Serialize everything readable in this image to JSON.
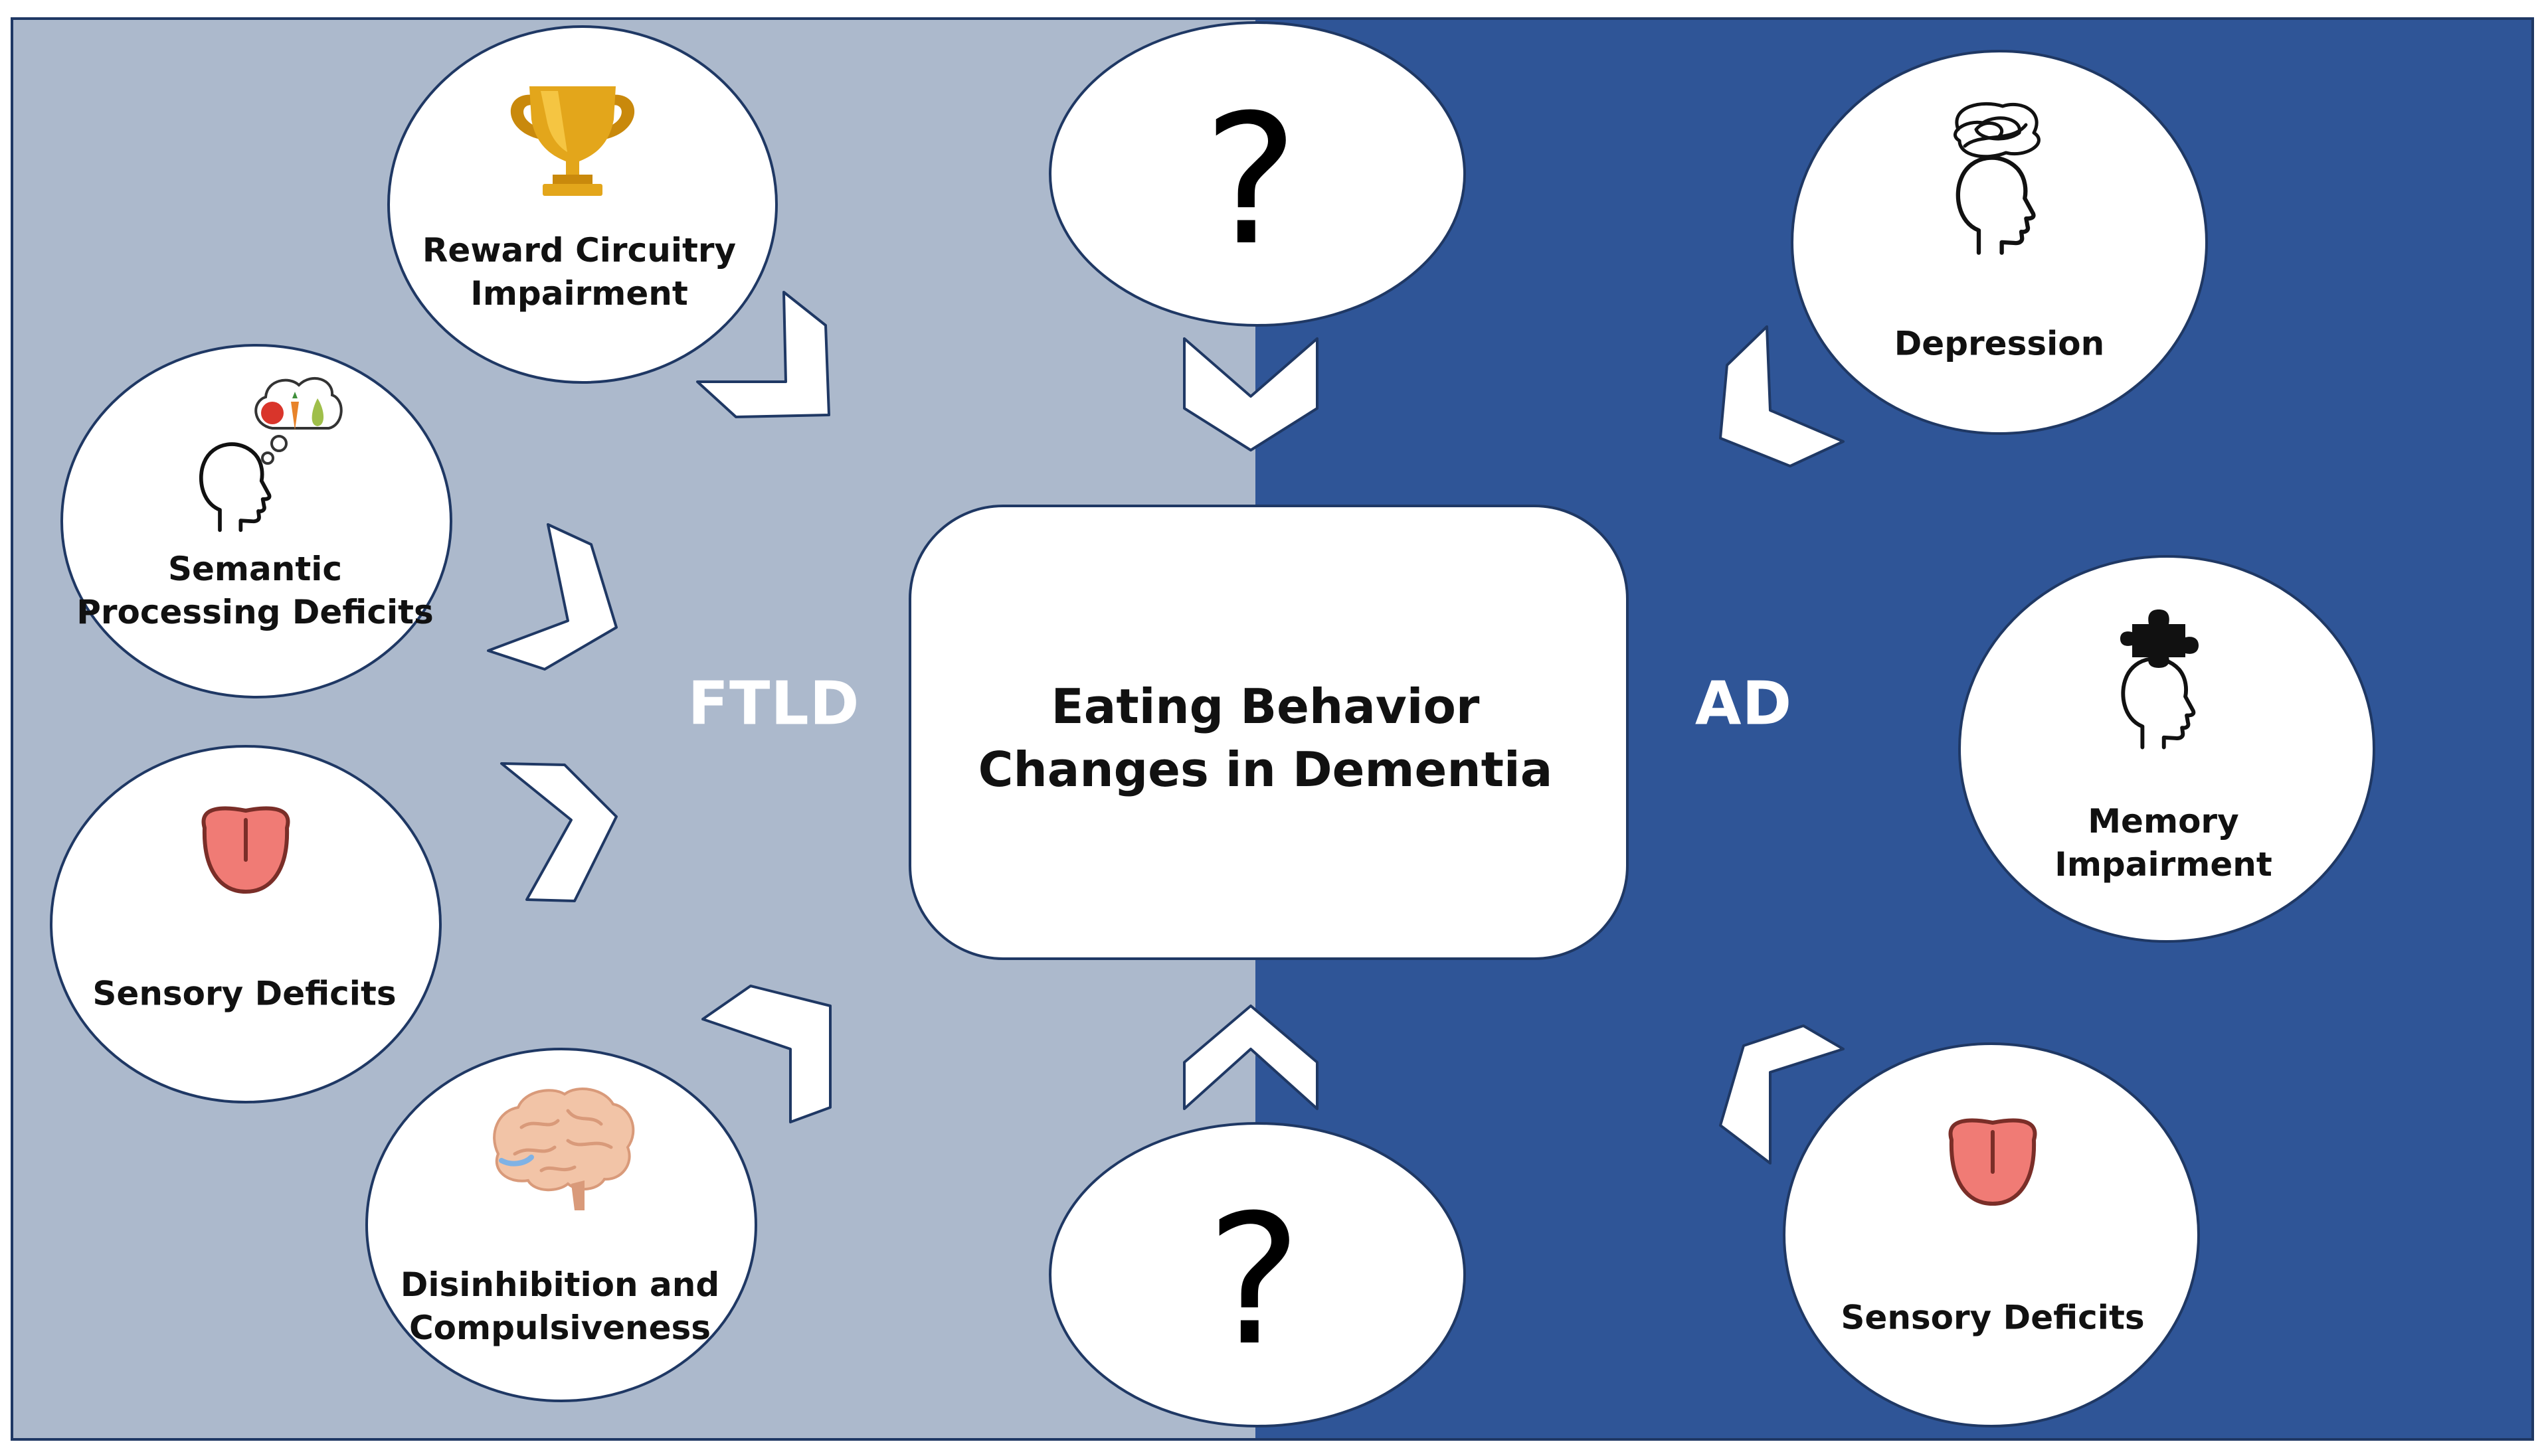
{
  "diagram": {
    "center": {
      "line1": "Eating Behavior",
      "line2": "Changes in Dementia"
    },
    "sides": {
      "left": "FTLD",
      "right": "AD"
    },
    "nodes": {
      "reward": {
        "line1": "Reward Circuitry",
        "line2": "Impairment",
        "icon": "trophy-icon"
      },
      "semantic": {
        "line1": "Semantic",
        "line2": "Processing Deficits",
        "icon": "head-thinking-food-icon"
      },
      "sensory_ftld": {
        "line1": "Sensory Deficits",
        "icon": "tongue-icon"
      },
      "disinhibition": {
        "line1": "Disinhibition and",
        "line2": "Compulsiveness",
        "icon": "brain-icon"
      },
      "unknown_top": {
        "symbol": "?"
      },
      "unknown_bottom": {
        "symbol": "?"
      },
      "depression": {
        "line1": "Depression",
        "icon": "head-scribble-icon"
      },
      "memory": {
        "line1": "Memory",
        "line2": "Impairment",
        "icon": "head-puzzle-piece-icon"
      },
      "sensory_ad": {
        "line1": "Sensory Deficits",
        "icon": "tongue-icon"
      }
    },
    "colors": {
      "ftld_panel": "#acb9cc",
      "ad_panel": "#2f5597",
      "node_fill": "#ffffff",
      "outline": "#1f3864"
    }
  }
}
